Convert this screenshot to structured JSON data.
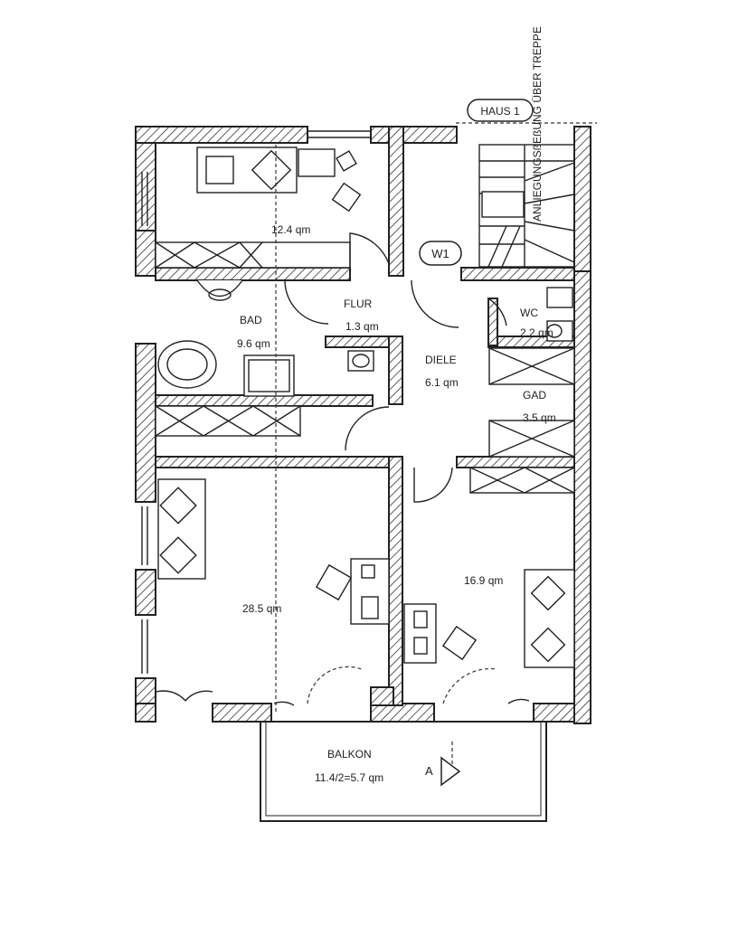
{
  "building_tag": "HAUS 1",
  "unit_tag": "W1",
  "stair_note": "ANLIEGUNGSßEßUNG ÜBER TREPPE",
  "section_mark": "A",
  "rooms": {
    "bedroom_top": {
      "area": "12.4 qm"
    },
    "flur": {
      "name": "FLUR",
      "area": "1.3 qm"
    },
    "bad": {
      "name": "BAD",
      "area": "9.6 qm"
    },
    "wc": {
      "name": "WC",
      "area": "2.2 qm"
    },
    "diele": {
      "name": "DIELE",
      "area": "6.1 qm"
    },
    "gad": {
      "name": "GAD",
      "area": "3.5 qm"
    },
    "living": {
      "area": "28.5 qm"
    },
    "room_right": {
      "area": "16.9 qm"
    },
    "balkon": {
      "name": "BALKON",
      "area": "11.4/2=5.7 qm"
    }
  }
}
